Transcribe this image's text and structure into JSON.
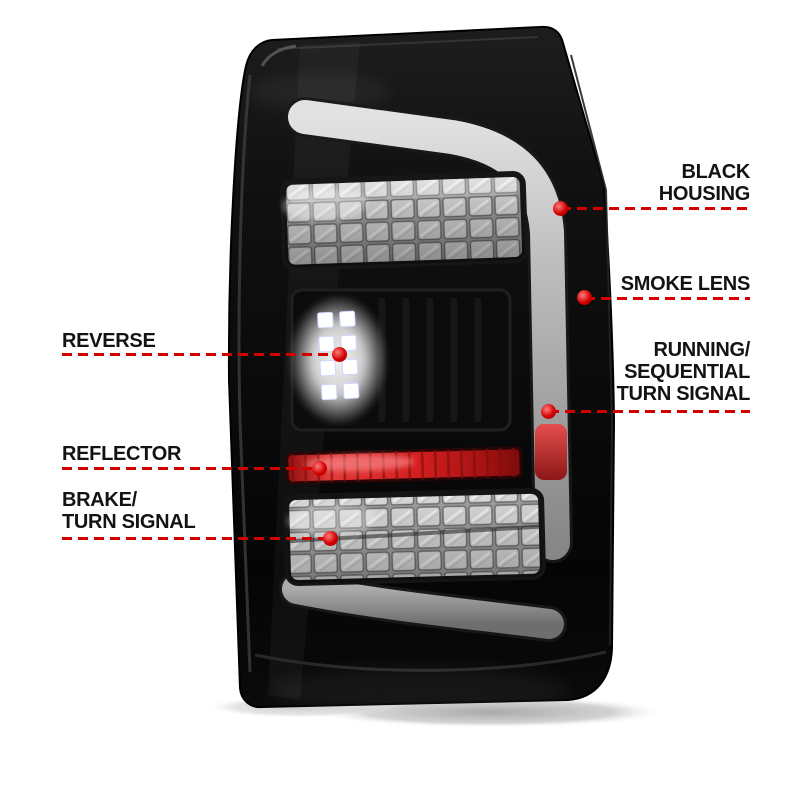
{
  "colors": {
    "accent": "#d40000",
    "background": "#ffffff",
    "housing_black": "#0b0b0b",
    "light_bar_gray": "#bdbdbd",
    "reflector_red": "#d61f1f",
    "label_text": "#131313"
  },
  "callouts": {
    "left": [
      {
        "id": "reverse",
        "lines": [
          "REVERSE"
        ]
      },
      {
        "id": "reflector",
        "lines": [
          "REFLECTOR"
        ]
      },
      {
        "id": "brake-turn-signal",
        "lines": [
          "BRAKE/",
          "TURN SIGNAL"
        ]
      }
    ],
    "right": [
      {
        "id": "black-housing",
        "lines": [
          "BLACK",
          "HOUSING"
        ]
      },
      {
        "id": "smoke-lens",
        "lines": [
          "SMOKE LENS"
        ]
      },
      {
        "id": "running-sequential-turn-signal",
        "lines": [
          "RUNNING/",
          "SEQUENTIAL",
          "TURN SIGNAL"
        ]
      }
    ]
  }
}
